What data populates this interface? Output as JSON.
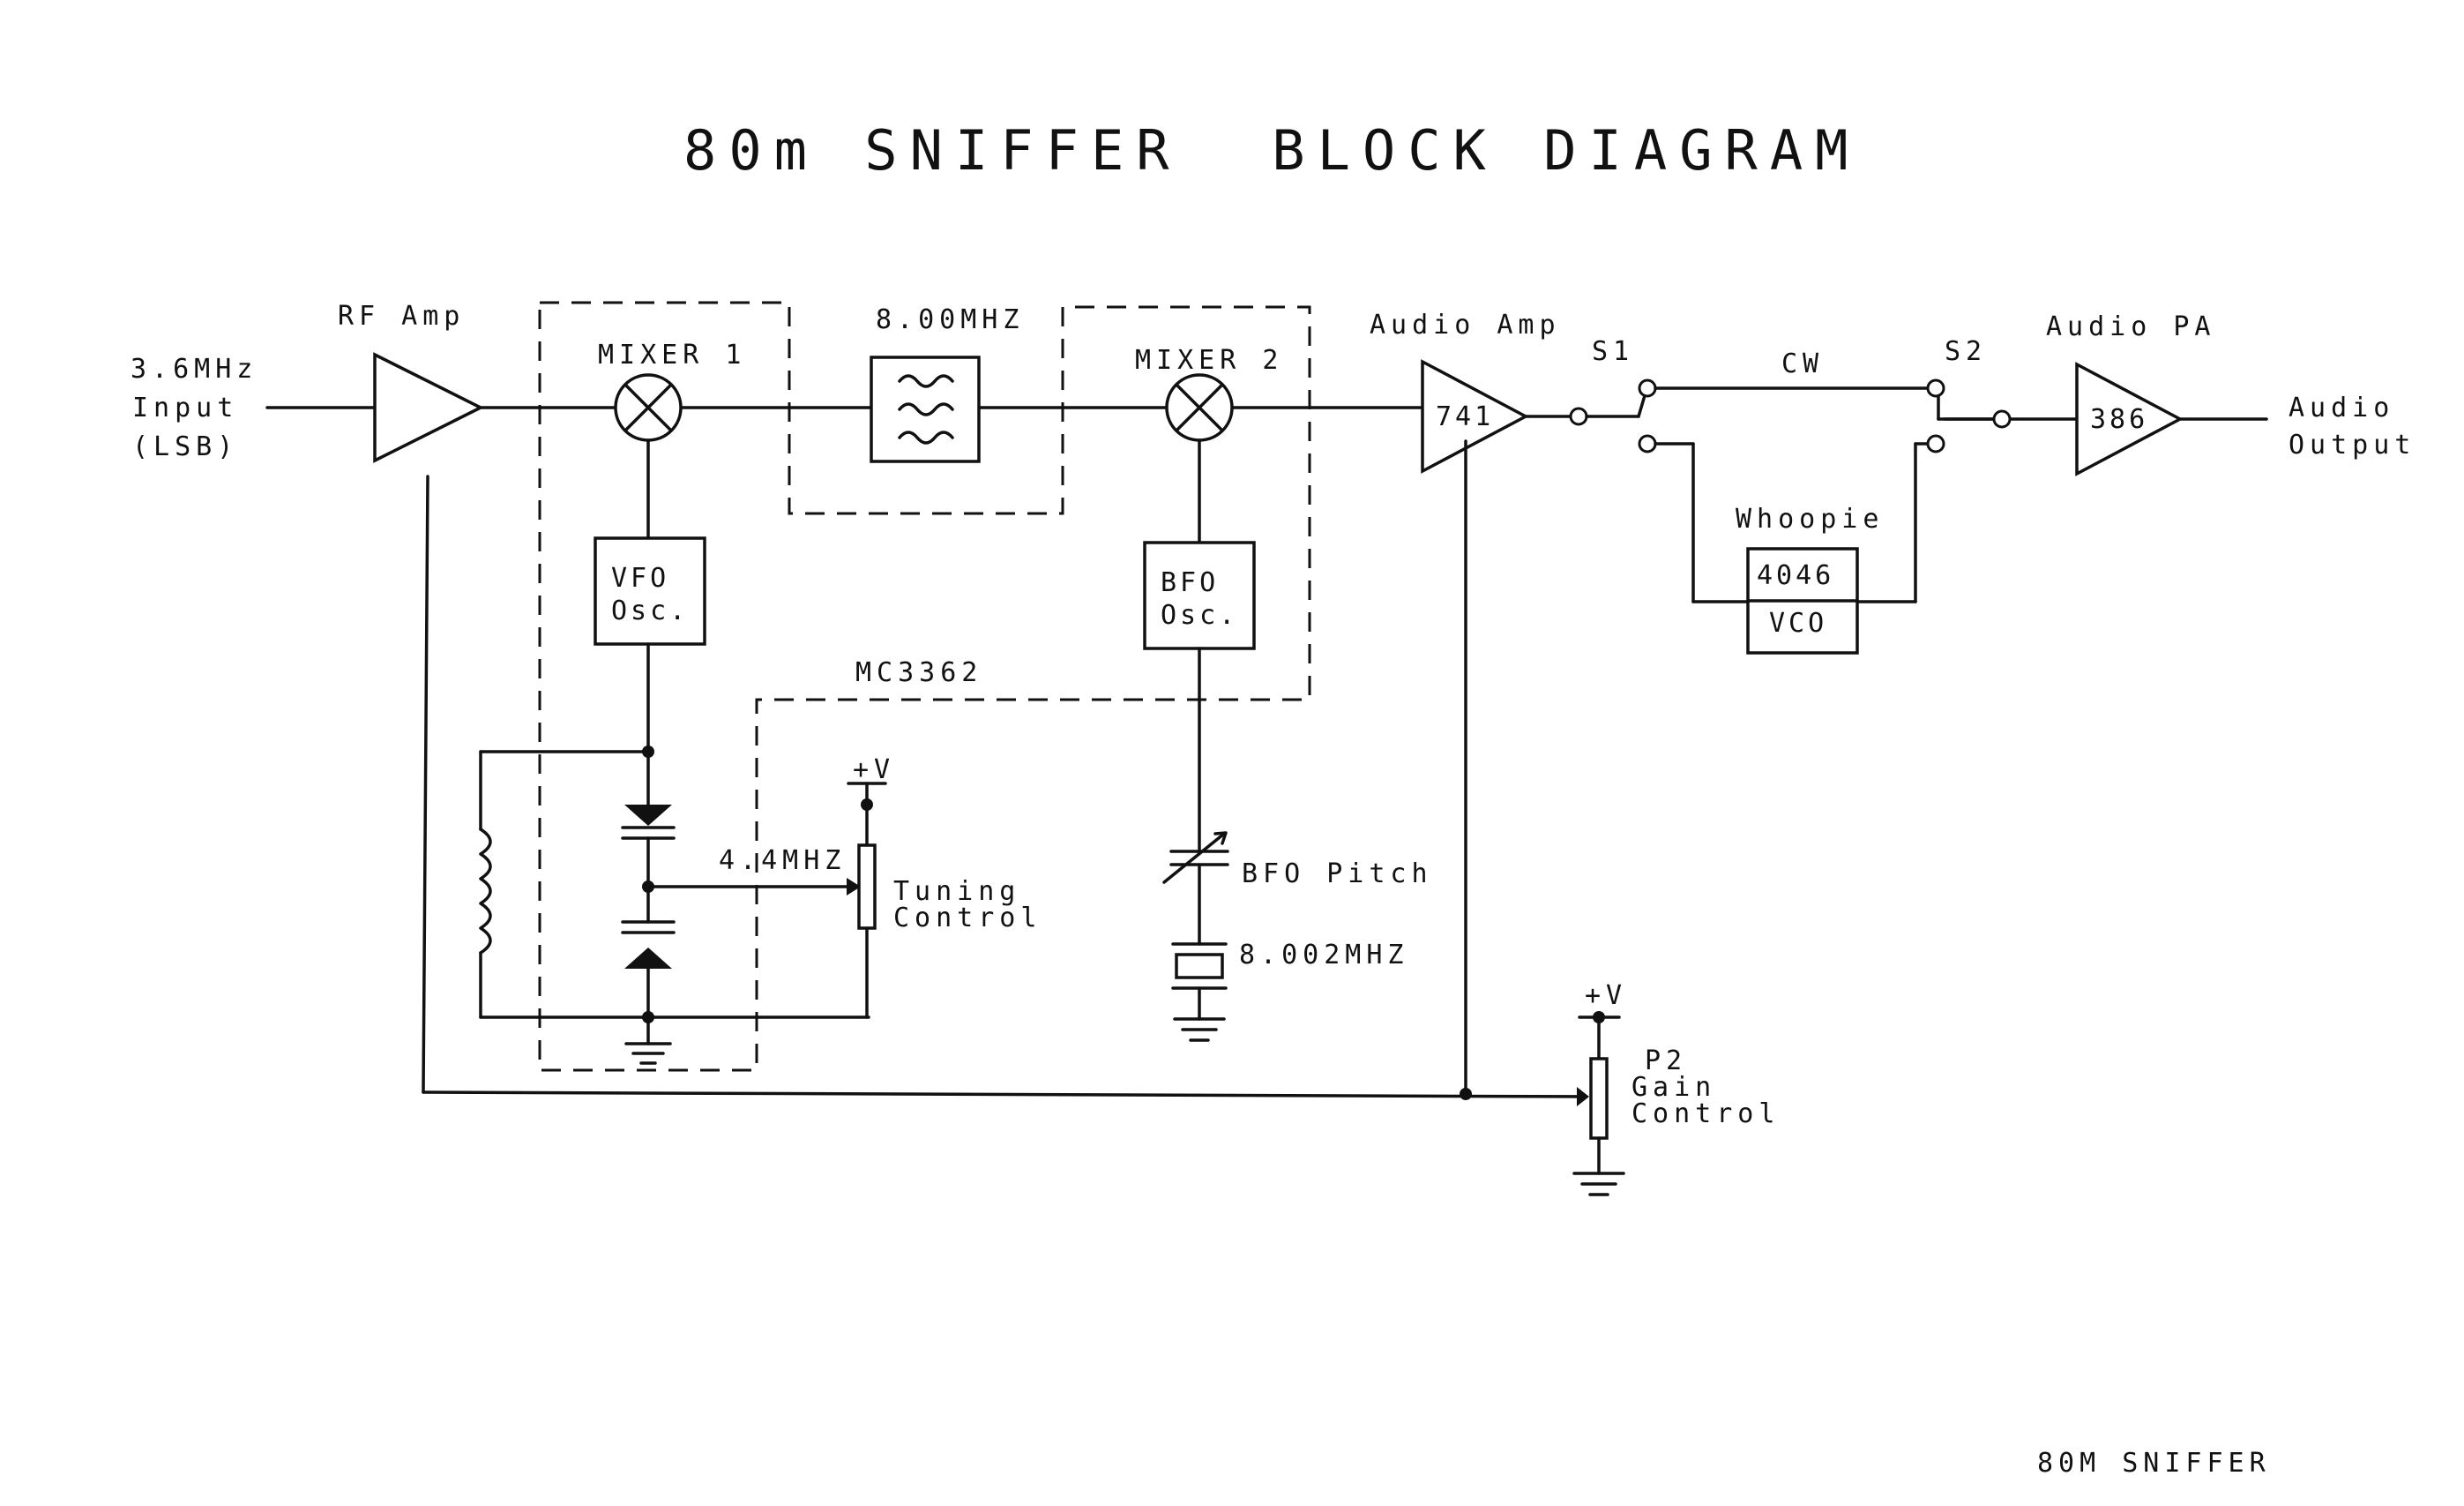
{
  "title": "80m SNIFFER  BLOCK DIAGRAM",
  "footer": "80M SNIFFER",
  "labels": {
    "input_freq": "3.6MHz",
    "input_word": "Input",
    "input_mode": "(LSB)",
    "rf_amp": "RF Amp",
    "mixer1": "MIXER 1",
    "filter_freq": "8.00MHZ",
    "mixer2": "MIXER 2",
    "audio_amp": "Audio Amp",
    "s1": "S1",
    "cw": "CW",
    "s2": "S2",
    "audio_pa": "Audio PA",
    "output_word": "Audio",
    "output_word2": "Output",
    "vfo_line1": "VFO",
    "vfo_line2": "Osc.",
    "bfo_line1": "BFO",
    "bfo_line2": "Osc.",
    "chip": "MC3362",
    "whoopie": "Whoopie",
    "vco_line1": "4046",
    "vco_line2": "VCO",
    "opamp": "741",
    "pa_chip": "386",
    "vfo_freq": "4.4MHZ",
    "plus_v": "+V",
    "tuning_line1": "Tuning",
    "tuning_line2": "Control",
    "bfo_pitch": "BFO Pitch",
    "crystal_freq": "8.002MHZ",
    "plus_v2": "+V",
    "p2": "P2",
    "gain_line1": "Gain",
    "gain_line2": "Control"
  }
}
